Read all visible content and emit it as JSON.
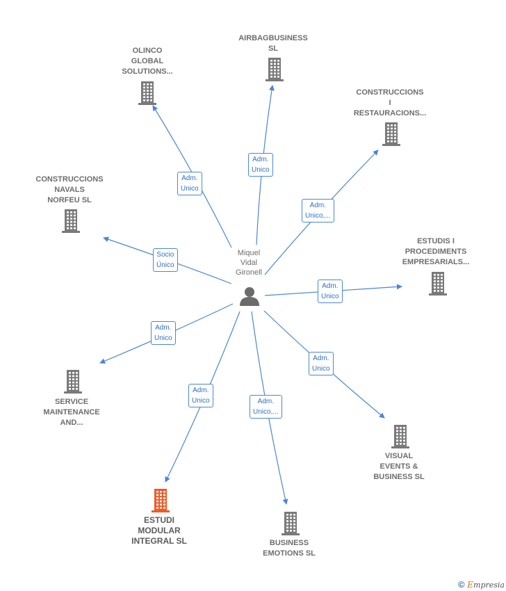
{
  "colors": {
    "edge": "#4a86d4",
    "building": "#7a7a7a",
    "building_highlight": "#ef5a28",
    "person": "#6b6b6b"
  },
  "center": {
    "name": "Miquel\nVidal\nGironell",
    "icon": "person-icon"
  },
  "companies": [
    {
      "id": "airbagbusiness",
      "label": "AIRBAGBUSINESS\nSL",
      "highlight": false,
      "icon": "building-icon"
    },
    {
      "id": "olinco",
      "label": "OLINCO\nGLOBAL\nSOLUTIONS...",
      "highlight": false,
      "icon": "building-icon"
    },
    {
      "id": "construccions-restauracions",
      "label": "CONSTRUCCIONS\nI\nRESTAURACIONS...",
      "highlight": false,
      "icon": "building-icon"
    },
    {
      "id": "construccions-navals",
      "label": "CONSTRUCCIONS\nNAVALS\nNORFEU SL",
      "highlight": false,
      "icon": "building-icon"
    },
    {
      "id": "estudis-procediments",
      "label": "ESTUDIS I\nPROCEDIMENTS\nEMPRESARIALS...",
      "highlight": false,
      "icon": "building-icon"
    },
    {
      "id": "service-maintenance",
      "label": "SERVICE\nMAINTENANCE\nAND...",
      "highlight": false,
      "icon": "building-icon"
    },
    {
      "id": "visual-events",
      "label": "VISUAL\nEVENTS &\nBUSINESS SL",
      "highlight": false,
      "icon": "building-icon"
    },
    {
      "id": "estudi-modular",
      "label": "ESTUDI\nMODULAR\nINTEGRAL SL",
      "highlight": true,
      "icon": "building-icon"
    },
    {
      "id": "business-emotions",
      "label": "BUSINESS\nEMOTIONS SL",
      "highlight": false,
      "icon": "building-icon"
    }
  ],
  "relations": [
    {
      "to": "airbagbusiness",
      "label": "Adm.\nUnico"
    },
    {
      "to": "olinco",
      "label": "Adm.\nUnico"
    },
    {
      "to": "construccions-restauracions",
      "label": "Adm.\nUnico,..."
    },
    {
      "to": "construccions-navals",
      "label": "Socio\nÚnico"
    },
    {
      "to": "estudis-procediments",
      "label": "Adm.\nUnico"
    },
    {
      "to": "service-maintenance",
      "label": "Adm.\nUnico"
    },
    {
      "to": "visual-events",
      "label": "Adm.\nUnico"
    },
    {
      "to": "estudi-modular",
      "label": "Adm.\nUnico"
    },
    {
      "to": "business-emotions",
      "label": "Adm.\nUnico,..."
    }
  ],
  "footer": {
    "copyright": "©",
    "brand_first": "E",
    "brand_rest": "mpresia"
  }
}
